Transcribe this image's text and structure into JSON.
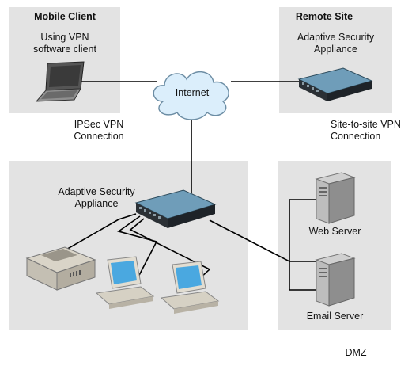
{
  "mobile_client": {
    "title": "Mobile Client",
    "line1": "Using VPN",
    "line2": "software client",
    "laptop_icon": "laptop-icon"
  },
  "remote_site": {
    "title": "Remote Site",
    "line1": "Adaptive Security",
    "line2": "Appliance",
    "device_icon": "security-appliance-icon"
  },
  "internet": {
    "label": "Internet",
    "icon": "cloud-icon"
  },
  "ipsec": {
    "line1": "IPSec VPN",
    "line2": "Connection"
  },
  "site_to_site": {
    "line1": "Site-to-site VPN",
    "line2": "Connection"
  },
  "inside": {
    "line1": "Adaptive Security",
    "line2": "Appliance",
    "device_icon": "security-appliance-icon",
    "printer_icon": "printer-icon",
    "workstation_icon": "workstation-icon"
  },
  "dmz": {
    "label": "DMZ",
    "web_server": "Web Server",
    "email_server": "Email Server",
    "server_icon": "server-tower-icon"
  },
  "colors": {
    "panel": "#e3e3e3",
    "appliance_top": "#6f9db9",
    "cloud": "#dbeefb",
    "wire": "#000000"
  }
}
